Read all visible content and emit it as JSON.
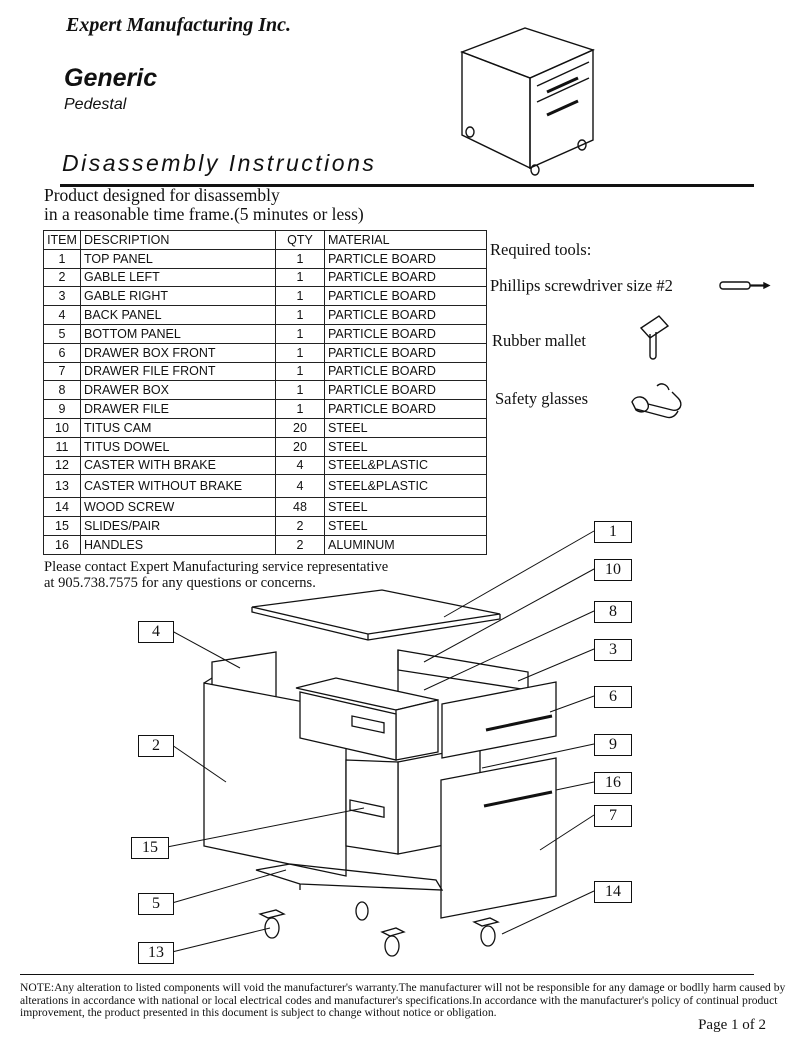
{
  "header": {
    "company": "Expert Manufacturing Inc.",
    "product_name": "Generic",
    "product_type": "Pedestal",
    "doc_title": "Disassembly Instructions"
  },
  "intro": {
    "line1": "Product designed for disassembly",
    "line2": "in a reasonable time frame.(5 minutes or less)"
  },
  "parts_table": {
    "headers": [
      "ITEM",
      "DESCRIPTION",
      "QTY",
      "MATERIAL"
    ],
    "rows": [
      [
        "1",
        "TOP PANEL",
        "1",
        "PARTICLE BOARD"
      ],
      [
        "2",
        "GABLE LEFT",
        "1",
        "PARTICLE BOARD"
      ],
      [
        "3",
        "GABLE RIGHT",
        "1",
        "PARTICLE BOARD"
      ],
      [
        "4",
        "BACK  PANEL",
        "1",
        "PARTICLE BOARD"
      ],
      [
        "5",
        "BOTTOM PANEL",
        "1",
        "PARTICLE BOARD"
      ],
      [
        "6",
        "DRAWER BOX FRONT",
        "1",
        "PARTICLE BOARD"
      ],
      [
        "7",
        "DRAWER FILE FRONT",
        "1",
        "PARTICLE BOARD"
      ],
      [
        "8",
        "DRAWER BOX",
        "1",
        "PARTICLE BOARD"
      ],
      [
        "9",
        "DRAWER FILE",
        "1",
        "PARTICLE BOARD"
      ],
      [
        "10",
        "TITUS CAM",
        "20",
        "STEEL"
      ],
      [
        "11",
        "TITUS DOWEL",
        "20",
        "STEEL"
      ],
      [
        "12",
        "CASTER WITH BRAKE",
        "4",
        "STEEL&PLASTIC"
      ],
      [
        "13",
        "CASTER WITHOUT BRAKE",
        "4",
        "STEEL&PLASTIC"
      ],
      [
        "14",
        "WOOD SCREW",
        "48",
        "STEEL"
      ],
      [
        "15",
        "SLIDES/PAIR",
        "2",
        "STEEL"
      ],
      [
        "16",
        "HANDLES",
        "2",
        "ALUMINUM"
      ]
    ]
  },
  "contact": {
    "line1": "Please contact Expert Manufacturing service representative",
    "line2": "at 905.738.7575 for any questions or concerns."
  },
  "tools": {
    "heading": "Required tools:",
    "items": [
      {
        "label": "Phillips screwdriver size #2",
        "icon": "screwdriver-icon"
      },
      {
        "label": "Rubber mallet",
        "icon": "mallet-icon"
      },
      {
        "label": "Safety glasses",
        "icon": "safety-glasses-icon"
      }
    ]
  },
  "callouts": [
    "1",
    "10",
    "8",
    "3",
    "4",
    "6",
    "2",
    "9",
    "16",
    "7",
    "15",
    "5",
    "14",
    "13"
  ],
  "footer": {
    "note": "NOTE:Any alteration to listed components will void the manufacturer's warranty.The manufacturer will not be responsible for any damage or bodlly harm caused by alterations in accordance with national or local electrical codes and manufacturer's specifications.In accordance with the manufacturer's policy of continual product improvement, the product presented in this document is subject to change without notice or obligation.",
    "page": "Page 1 of 2"
  }
}
